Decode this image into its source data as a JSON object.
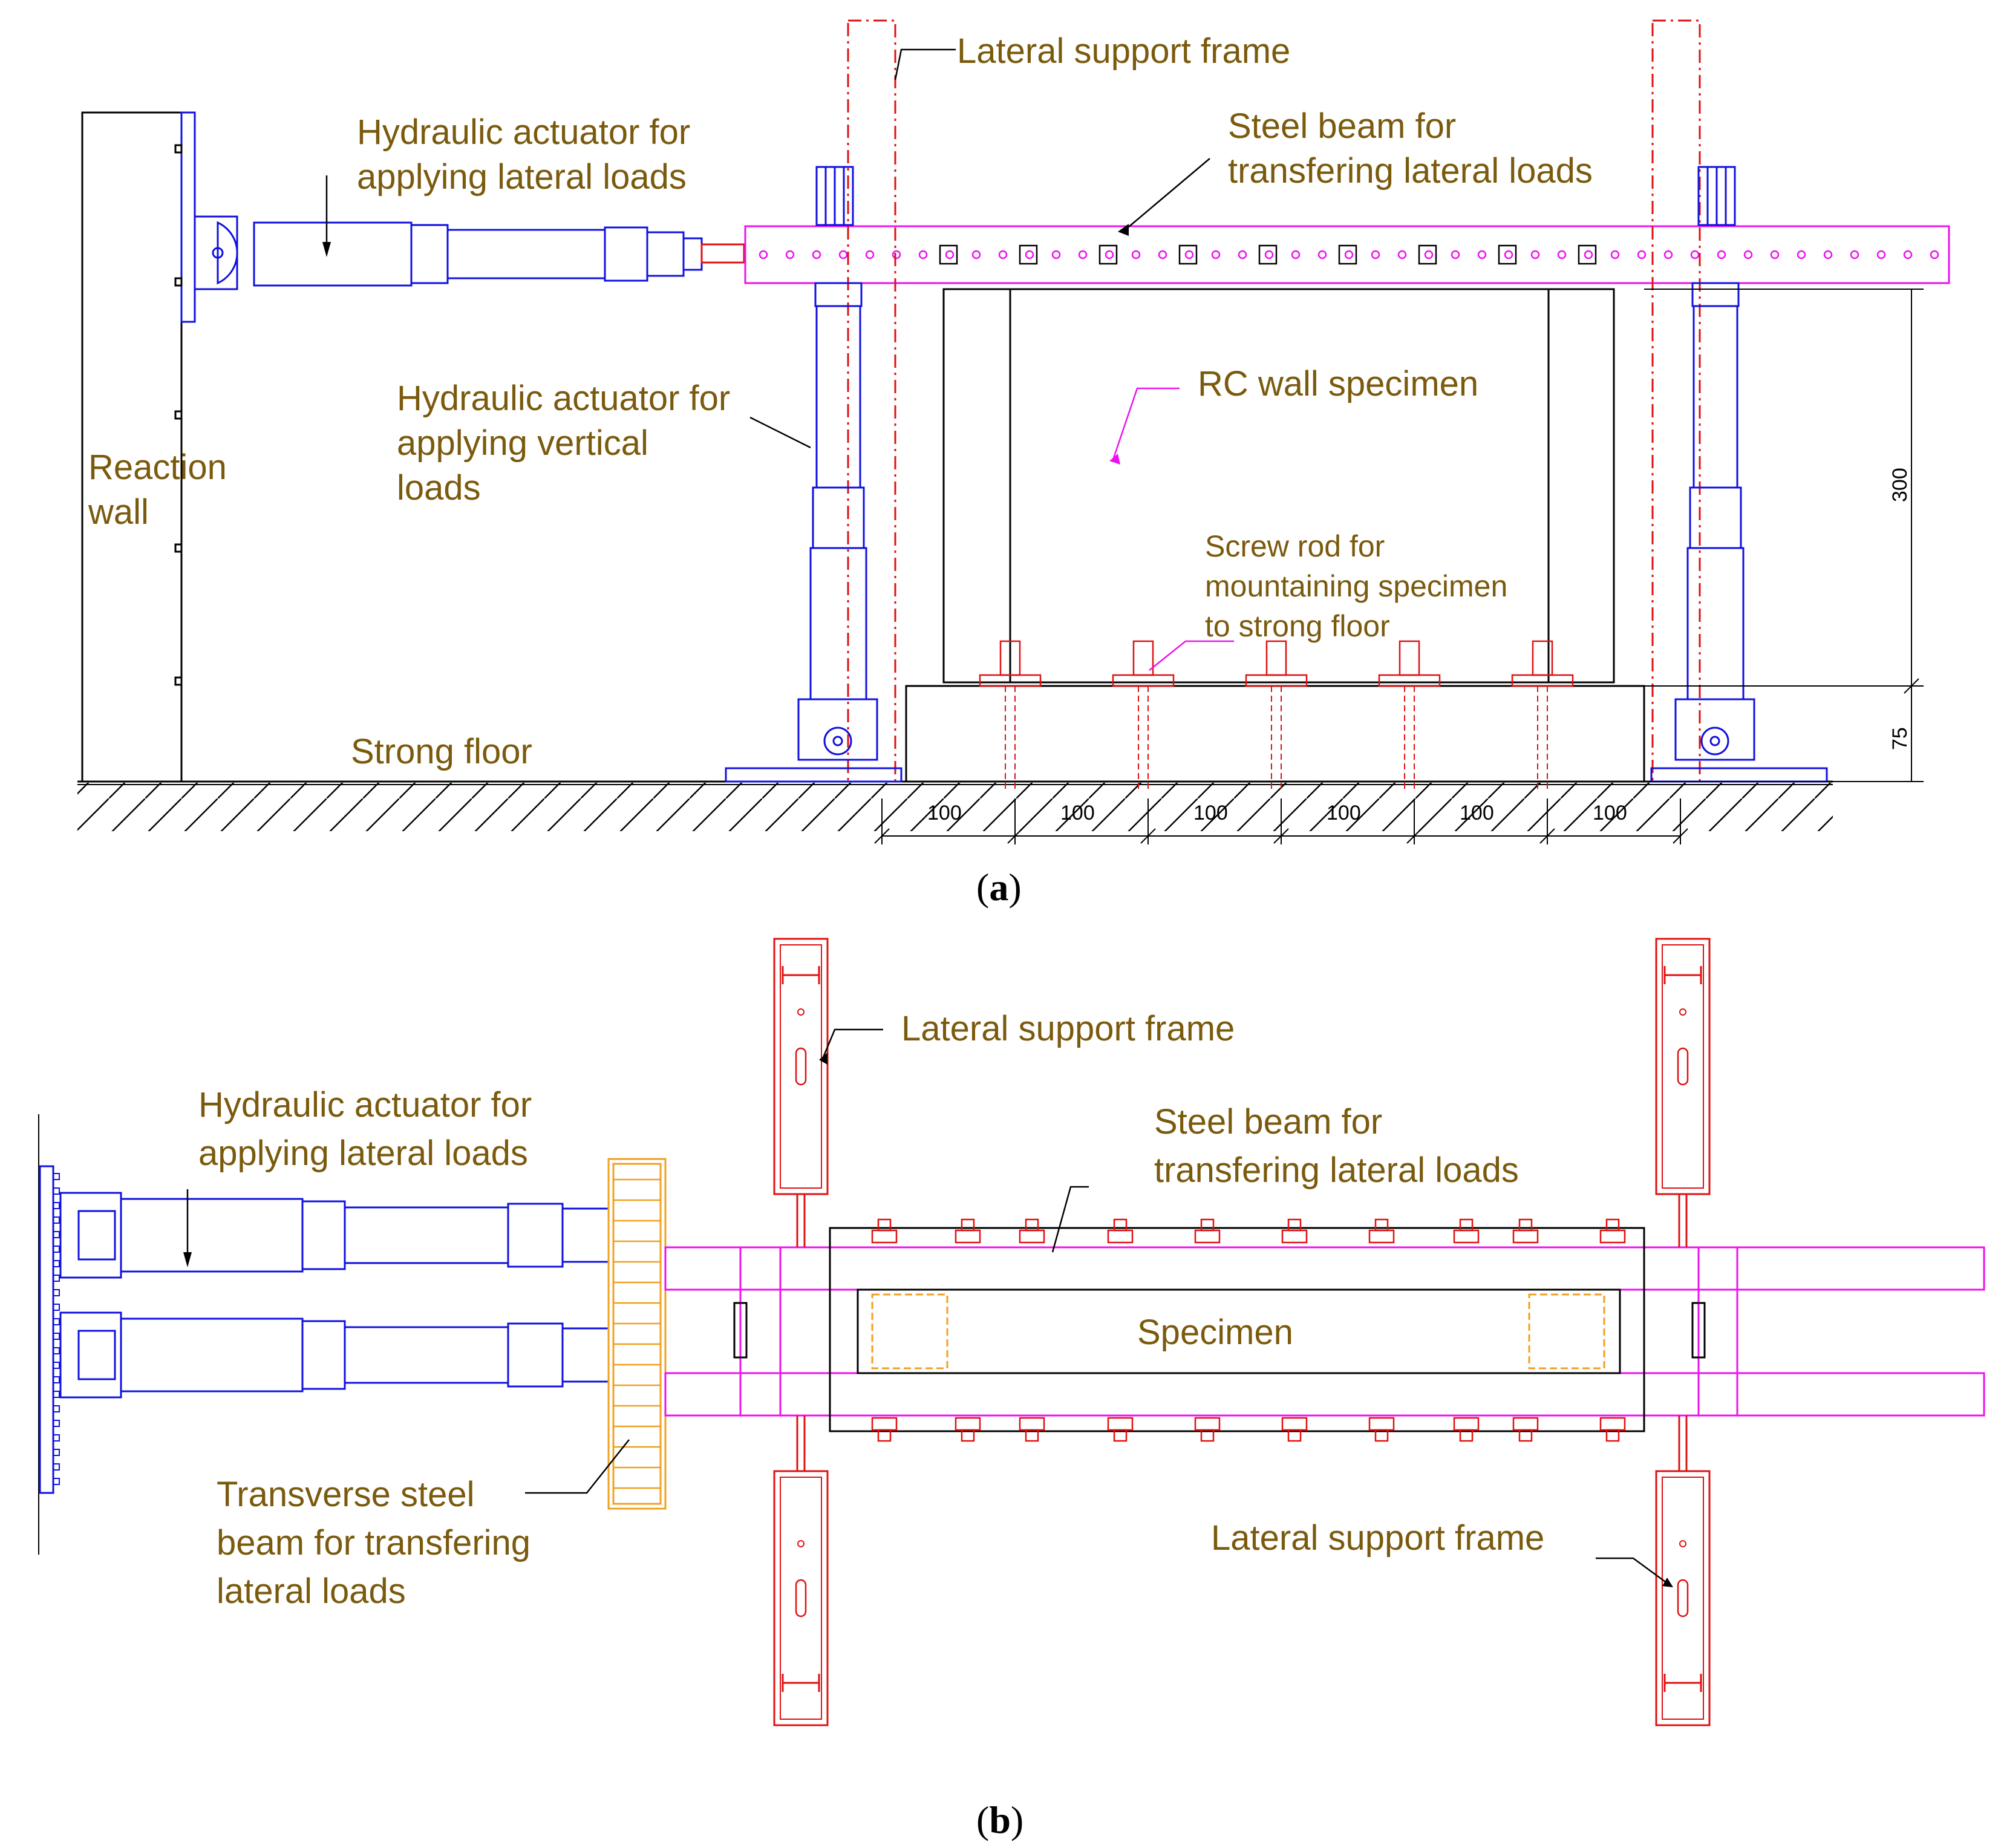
{
  "panel_a": {
    "caption": "(a)",
    "labels": {
      "lateral_support_frame": "Lateral support frame",
      "actuator_lateral": [
        "Hydraulic actuator for",
        "applying lateral loads"
      ],
      "steel_beam": [
        "Steel beam for",
        "transfering lateral loads"
      ],
      "actuator_vertical": [
        "Hydraulic actuator for",
        "applying vertical",
        "loads"
      ],
      "rc_wall": "RC wall specimen",
      "reaction_wall": [
        "Reaction",
        "wall"
      ],
      "screw_rod": [
        "Screw rod for",
        "mountaining specimen",
        "to strong floor"
      ],
      "strong_floor": "Strong floor"
    },
    "dimensions": {
      "height_wall": "300",
      "height_base": "75",
      "spacings": [
        "100",
        "100",
        "100",
        "100",
        "100",
        "100"
      ]
    }
  },
  "panel_b": {
    "caption": "(b)",
    "labels": {
      "lateral_support_frame_top": "Lateral support frame",
      "actuator_lateral": [
        "Hydraulic actuator for",
        "applying lateral loads"
      ],
      "steel_beam": [
        "Steel beam for",
        "transfering lateral loads"
      ],
      "specimen": "Specimen",
      "transverse_beam": [
        "Transverse steel",
        "beam for transfering",
        "lateral loads"
      ],
      "lateral_support_frame_bottom": "Lateral support frame"
    }
  },
  "colors": {
    "label_text": "#7a5a0d",
    "actuator": "#1010e0",
    "support_frame": "#e01010",
    "steel_beam": "#ee10ee",
    "transverse_beam": "#f0a020"
  }
}
